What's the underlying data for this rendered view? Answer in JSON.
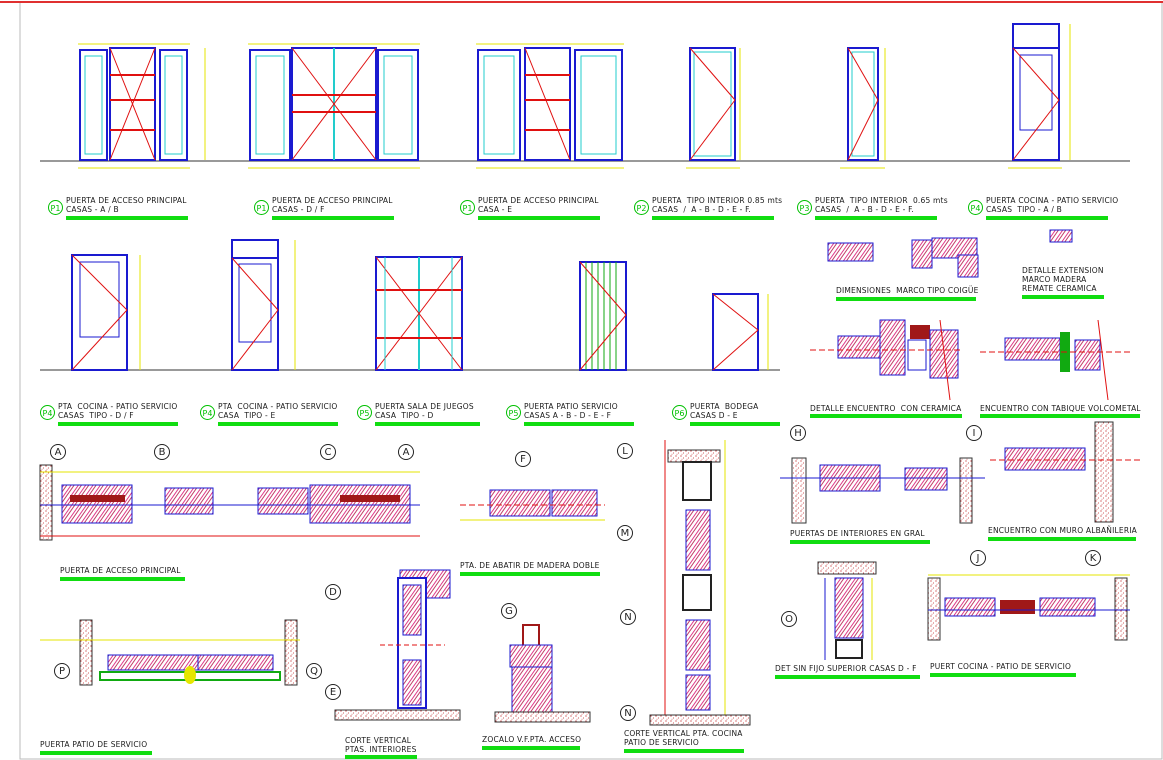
{
  "colors": {
    "frame": "#1a1ad0",
    "red": "#e01010",
    "green": "#11dd11",
    "yellow": "#e6e600",
    "cyan": "#22cccc",
    "wood": "#e03a8a",
    "brown": "#a01818"
  },
  "elevations": [
    {
      "code": "P1",
      "line1": "PUERTA DE ACCESO PRINCIPAL",
      "line2": "CASAS - A / B"
    },
    {
      "code": "P1",
      "line1": "PUERTA DE ACCESO PRINCIPAL",
      "line2": "CASAS - D / F"
    },
    {
      "code": "P1",
      "line1": "PUERTA DE ACCESO PRINCIPAL",
      "line2": "CASA - E"
    },
    {
      "code": "P2",
      "line1": "PUERTA  TIPO INTERIOR 0.85 mts",
      "line2": "CASAS  /  A - B - D - E - F."
    },
    {
      "code": "P3",
      "line1": "PUERTA  TIPO INTERIOR  0.65 mts",
      "line2": "CASAS  /  A - B - D - E - F."
    },
    {
      "code": "P4",
      "line1": "PUERTA COCINA - PATIO SERVICIO",
      "line2": "CASAS  TIPO - A / B"
    },
    {
      "code": "P4",
      "line1": "PTA  COCINA - PATIO SERVICIO",
      "line2": "CASAS  TIPO - D / F"
    },
    {
      "code": "P4",
      "line1": "PTA  COCINA - PATIO SERVICIO",
      "line2": "CASA  TIPO - E"
    },
    {
      "code": "P5",
      "line1": "PUERTA SALA DE JUEGOS",
      "line2": "CASA  TIPO - D"
    },
    {
      "code": "P5",
      "line1": "PUERTA PATIO SERVICIO",
      "line2": "CASAS A - B - D - E - F"
    },
    {
      "code": "P6",
      "line1": "PUERTA  BODEGA",
      "line2": "CASAS D - E"
    }
  ],
  "details": {
    "marco": "DIMENSIONES  MARCO TIPO COIGÜE",
    "extension1": "DETALLE EXTENSION",
    "extension2": "MARCO MADERA",
    "extension3": "REMATE CERAMICA",
    "ceramica": "DETALLE ENCUENTRO  CON CERAMICA",
    "tabique": "ENCUENTRO CON TABIQUE VOLCOMETAL",
    "acceso": "PUERTA DE ACCESO PRINCIPAL",
    "abatir": "PTA. DE ABATIR DE MADERA DOBLE",
    "interiores": "PUERTAS DE INTERIORES EN GRAL",
    "albanileria": "ENCUENTRO CON MURO ALBAÑILERIA",
    "patio": "PUERTA PATIO DE SERVICIO",
    "corte1": "CORTE VERTICAL",
    "corte2": "PTAS. INTERIORES",
    "zocalo": "ZOCALO V.F.PTA. ACCESO",
    "cocina1": "CORTE VERTICAL PTA. COCINA",
    "cocina2": "PATIO DE SERVICIO",
    "fijo": "DET SIN FIJO SUPERIOR CASAS D - F",
    "puertcocina": "PUERT COCINA - PATIO DE SERVICIO"
  },
  "callouts": [
    "A",
    "B",
    "C",
    "A",
    "F",
    "L",
    "M",
    "N",
    "H",
    "I",
    "D",
    "G",
    "E",
    "N",
    "O",
    "J",
    "K",
    "P",
    "Q"
  ]
}
